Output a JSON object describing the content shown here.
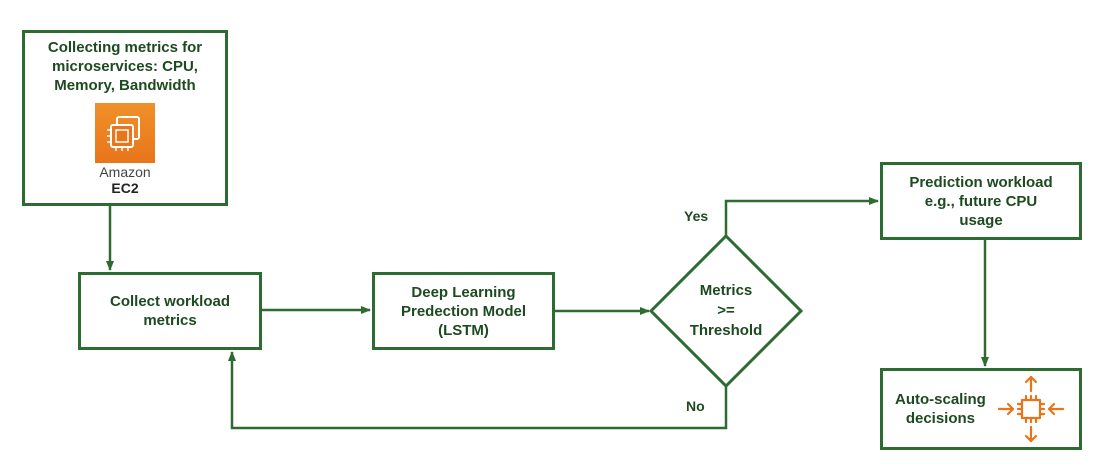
{
  "nodes": {
    "source": {
      "lines": [
        "Collecting metrics for",
        "microservices: CPU,",
        "Memory, Bandwidth"
      ],
      "service_name": "Amazon",
      "service_sub": "EC2"
    },
    "collect": {
      "lines": [
        "Collect workload",
        "metrics"
      ]
    },
    "model": {
      "lines": [
        "Deep Learning",
        "Predection Model",
        "(LSTM)"
      ]
    },
    "decision": {
      "lines": [
        "Metrics",
        ">=",
        "Threshold"
      ]
    },
    "predict": {
      "lines": [
        "Prediction workload",
        "e.g., future CPU",
        "usage"
      ]
    },
    "autoscale": {
      "lines": [
        "Auto-scaling",
        "decisions"
      ]
    }
  },
  "edges": {
    "yes_label": "Yes",
    "no_label": "No"
  },
  "colors": {
    "stroke": "#2e6b32",
    "text": "#1d4a20",
    "ec2_orange": "#e8751a"
  },
  "icons": [
    "ec2-chip-icon",
    "auto-scaling-chip-icon"
  ]
}
